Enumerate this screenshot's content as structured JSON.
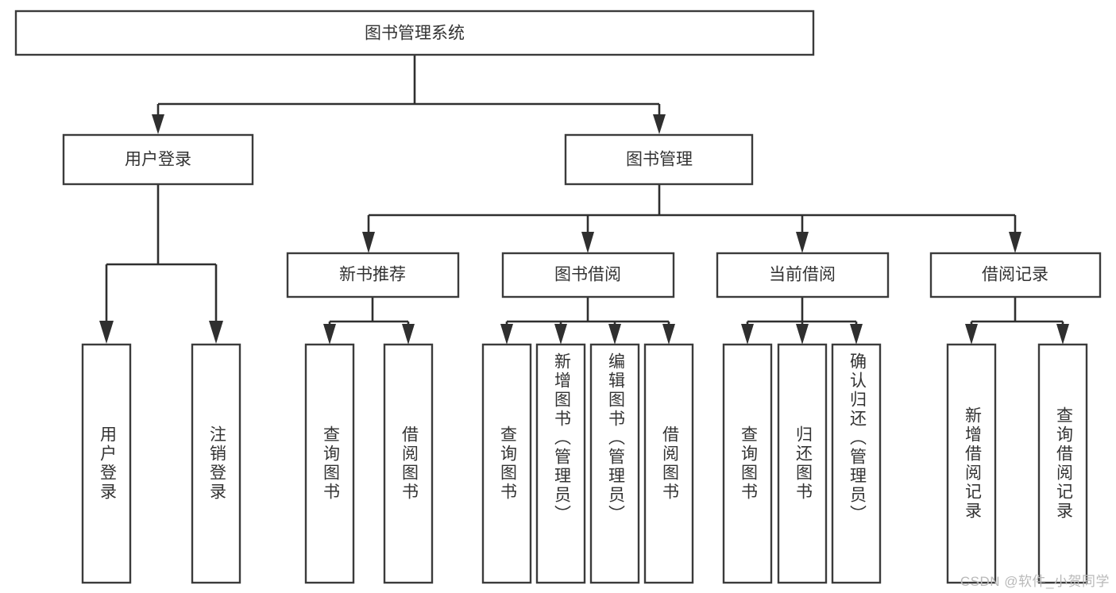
{
  "diagram": {
    "type": "tree-hierarchy-chart",
    "title_node": {
      "label": "图书管理系统"
    },
    "level2": [
      {
        "id": "user-login",
        "label": "用户登录"
      },
      {
        "id": "book-management",
        "label": "图书管理"
      }
    ],
    "level3": [
      {
        "id": "new-book-recommend",
        "label": "新书推荐",
        "parent": "book-management"
      },
      {
        "id": "book-borrow",
        "label": "图书借阅",
        "parent": "book-management"
      },
      {
        "id": "current-borrow",
        "label": "当前借阅",
        "parent": "book-management"
      },
      {
        "id": "borrow-record",
        "label": "借阅记录",
        "parent": "book-management"
      }
    ],
    "leaves": [
      {
        "id": "leaf-user-login",
        "label": "用户登录",
        "parent": "user-login"
      },
      {
        "id": "leaf-logout-login",
        "label": "注销登录",
        "parent": "user-login"
      },
      {
        "id": "leaf-query-book-1",
        "label": "查询图书",
        "parent": "new-book-recommend"
      },
      {
        "id": "leaf-borrow-book-1",
        "label": "借阅图书",
        "parent": "new-book-recommend"
      },
      {
        "id": "leaf-query-book-2",
        "label": "查询图书",
        "parent": "book-borrow"
      },
      {
        "id": "leaf-add-book",
        "label": "新增图书（管理员）",
        "parent": "book-borrow"
      },
      {
        "id": "leaf-edit-book",
        "label": "编辑图书（管理员）",
        "parent": "book-borrow"
      },
      {
        "id": "leaf-borrow-book-2",
        "label": "借阅图书",
        "parent": "book-borrow"
      },
      {
        "id": "leaf-query-book-3",
        "label": "查询图书",
        "parent": "current-borrow"
      },
      {
        "id": "leaf-return-book",
        "label": "归还图书",
        "parent": "current-borrow"
      },
      {
        "id": "leaf-confirm-return",
        "label": "确认归还（管理员）",
        "parent": "current-borrow"
      },
      {
        "id": "leaf-add-record",
        "label": "新增借阅记录",
        "parent": "borrow-record"
      },
      {
        "id": "leaf-query-record",
        "label": "查询借阅记录",
        "parent": "borrow-record"
      }
    ],
    "watermark": "CSDN @软件_小贺同学",
    "colors": {
      "box_stroke": "#3b3b3b",
      "connector": "#2f2f2f",
      "text": "#333333",
      "background": "#ffffff",
      "watermark": "#b9b9b9"
    }
  }
}
